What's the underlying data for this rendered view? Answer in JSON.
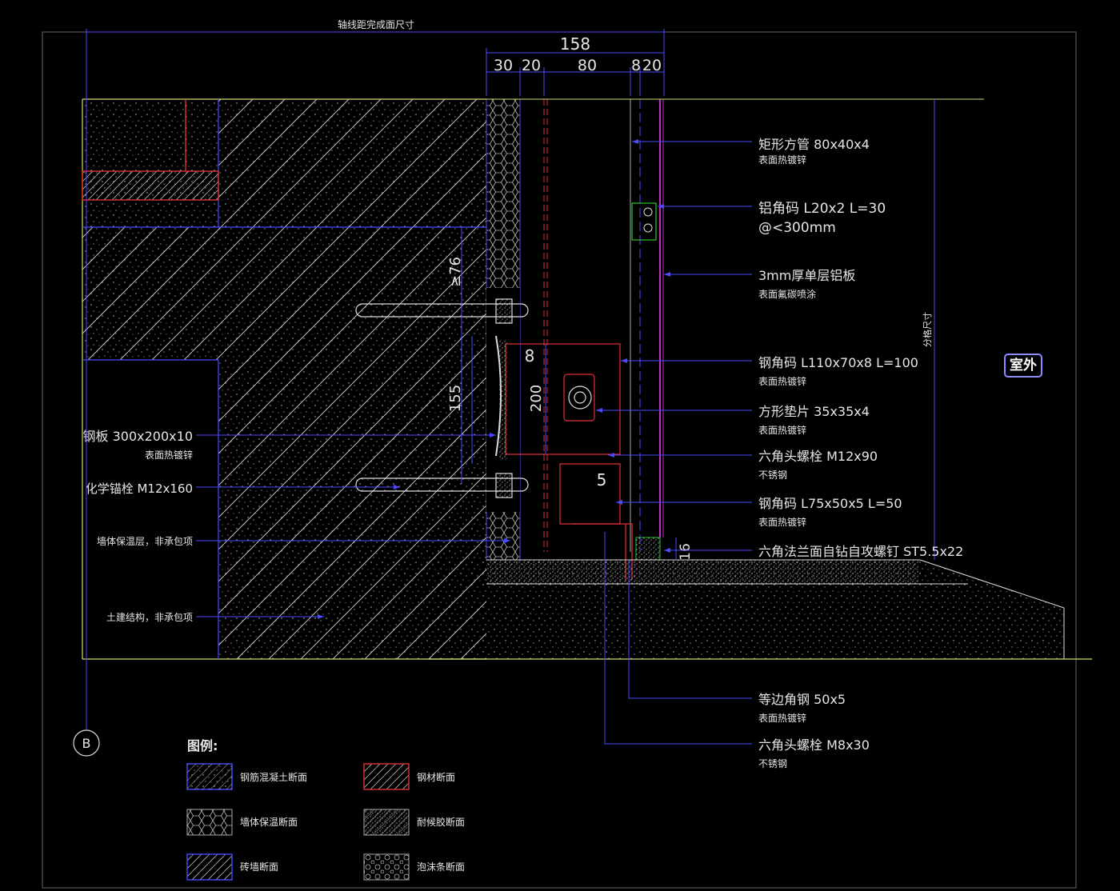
{
  "top_label": "轴线距完成面尺寸",
  "dims": {
    "overall": "158",
    "segments": [
      "30",
      "20",
      "80",
      "8",
      "20"
    ],
    "d76": "≥76",
    "d155": "155",
    "d200": "200",
    "d8": "8",
    "d5": "5",
    "d16": "16",
    "grid_right": "分格尺寸"
  },
  "callouts_right": [
    {
      "main": "矩形方管 80x40x4",
      "sub": "表面热镀锌"
    },
    {
      "main": "铝角码 L20x2 L=30",
      "sub": "@<300mm"
    },
    {
      "main": "3mm厚单层铝板",
      "sub": "表面氟碳喷涂"
    },
    {
      "main": "钢角码 L110x70x8 L=100",
      "sub": "表面热镀锌"
    },
    {
      "main": "方形垫片 35x35x4",
      "sub": "表面热镀锌"
    },
    {
      "main": "六角头螺栓 M12x90",
      "sub": "不锈钢"
    },
    {
      "main": "钢角码 L75x50x5 L=50",
      "sub": "表面热镀锌"
    },
    {
      "main": "六角法兰面自钻自攻螺钉 ST5.5x22",
      "sub": ""
    },
    {
      "main": "等边角钢 50x5",
      "sub": "表面热镀锌"
    },
    {
      "main": "六角头螺栓 M8x30",
      "sub": "不锈钢"
    }
  ],
  "callouts_left": [
    {
      "main": "钢板 300x200x10",
      "sub": "表面热镀锌"
    },
    {
      "main": "化学锚栓 M12x160",
      "sub": ""
    },
    {
      "main": "墙体保温层，非承包项",
      "sub": ""
    },
    {
      "main": "土建结构，非承包项",
      "sub": ""
    }
  ],
  "outdoor_label": "室外",
  "axis_label": "B",
  "legend": {
    "title": "图例:",
    "items": [
      {
        "label": "钢筋混凝土断面"
      },
      {
        "label": "钢材断面"
      },
      {
        "label": "墙体保温断面"
      },
      {
        "label": "耐候胶断面"
      },
      {
        "label": "砖墙断面"
      },
      {
        "label": "泡沫条断面"
      }
    ]
  },
  "colors": {
    "background": "#000000",
    "blue_line": "#4a4aff",
    "red_line": "#e0303a",
    "yellow_line": "#d8d870",
    "text": "#e6e6e6"
  }
}
